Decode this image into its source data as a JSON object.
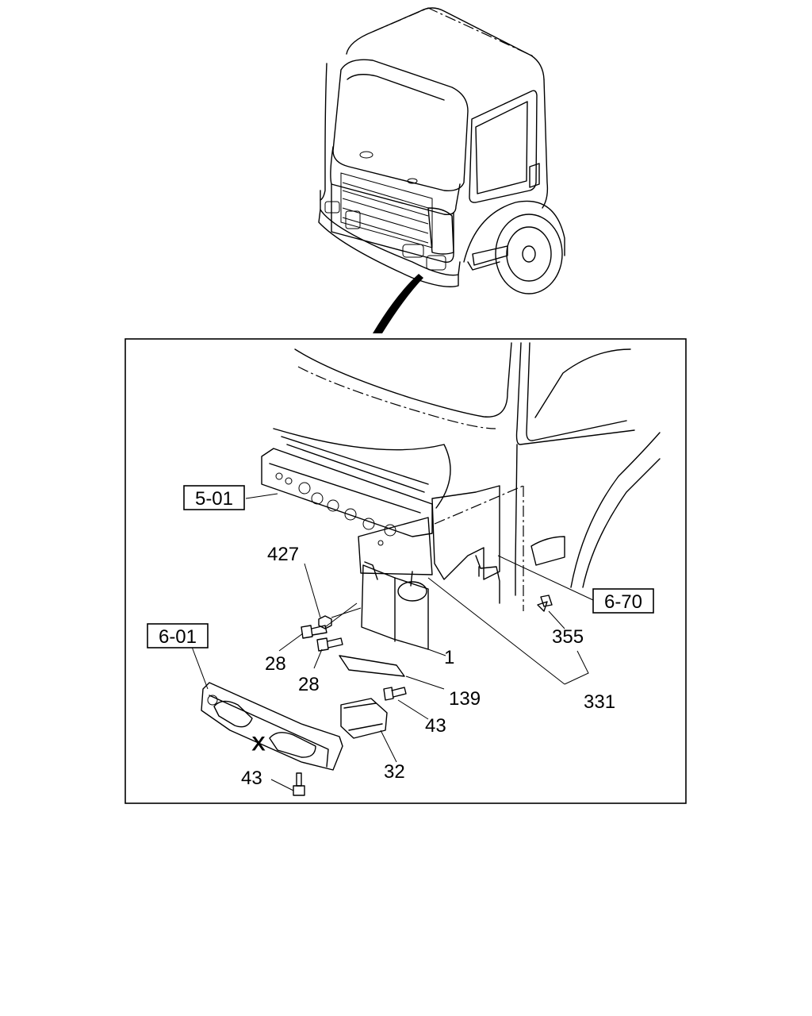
{
  "diagram": {
    "boxed_refs": {
      "ref_a": "5-01",
      "ref_b": "6-70",
      "ref_c": "6-01"
    },
    "part_numbers": {
      "p427": "427",
      "p28a": "28",
      "p28b": "28",
      "p1": "1",
      "p139": "139",
      "p331": "331",
      "p355": "355",
      "p43a": "43",
      "p43b": "43",
      "p32": "32"
    }
  }
}
